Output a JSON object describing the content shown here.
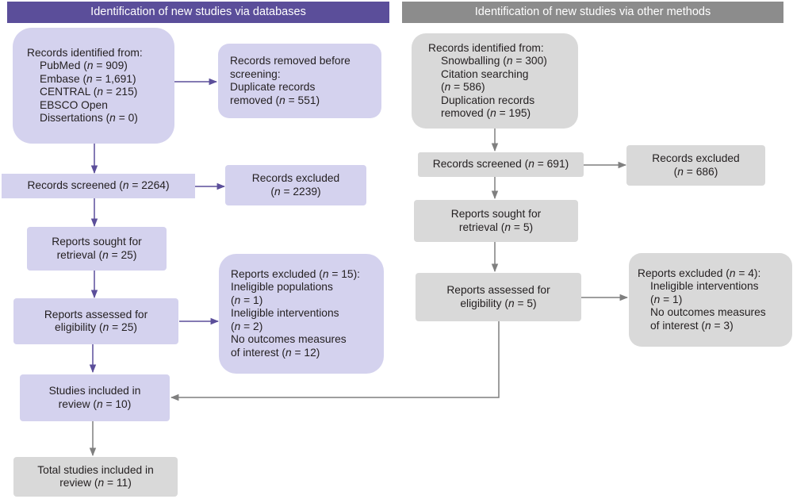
{
  "headers": {
    "left": "Identification of new studies via databases",
    "right": "Identification of new studies via other methods"
  },
  "left": {
    "identified": {
      "title": "Records identified from:",
      "items": [
        "PubMed (n = 909)",
        "Embase (n = 1,691)",
        "CENTRAL (n = 215)",
        "EBSCO Open",
        "Dissertations (n = 0)"
      ]
    },
    "removed": {
      "lines": [
        "Records removed before",
        "screening:",
        "Duplicate records",
        "removed (n = 551)"
      ]
    },
    "screened": {
      "lines": [
        "Records screened (n = 2264)"
      ]
    },
    "excluded": {
      "lines": [
        "Records excluded",
        "(n = 2239)"
      ]
    },
    "sought": {
      "lines": [
        "Reports sought for",
        "retrieval (n = 25)"
      ]
    },
    "assessed": {
      "lines": [
        "Reports assessed for",
        "eligibility (n = 25)"
      ]
    },
    "reports_excluded": {
      "title": "Reports excluded (n = 15):",
      "lines": [
        "Ineligible populations",
        "(n = 1)",
        "Ineligible interventions",
        "(n = 2)",
        "No outcomes measures",
        "of interest (n = 12)"
      ]
    },
    "included": {
      "lines": [
        "Studies included in",
        "review (n = 10)"
      ]
    },
    "total": {
      "lines": [
        "Total studies included in",
        "review (n = 11)"
      ]
    }
  },
  "right": {
    "identified": {
      "title": "Records identified from:",
      "items": [
        "Snowballing (n = 300)",
        "Citation searching",
        "(n = 586)",
        "Duplication records",
        "removed (n = 195)"
      ]
    },
    "screened": {
      "lines": [
        "Records screened (n = 691)"
      ]
    },
    "excluded": {
      "lines": [
        "Records excluded",
        "(n = 686)"
      ]
    },
    "sought": {
      "lines": [
        "Reports sought for",
        "retrieval (n = 5)"
      ]
    },
    "assessed": {
      "lines": [
        "Reports assessed for",
        "eligibility (n = 5)"
      ]
    },
    "reports_excluded": {
      "title": "Reports excluded (n = 4):",
      "lines": [
        "Ineligible interventions",
        "(n = 1)",
        "No outcomes measures",
        "of interest (n = 3)"
      ]
    }
  },
  "colors": {
    "purple_header": "#5b4e9a",
    "gray_header": "#8c8c8c",
    "purple_box": "#d4d2ee",
    "gray_box": "#d9d9d9",
    "purple_arrow": "#5b4e9a",
    "gray_arrow": "#7f7f7f"
  }
}
